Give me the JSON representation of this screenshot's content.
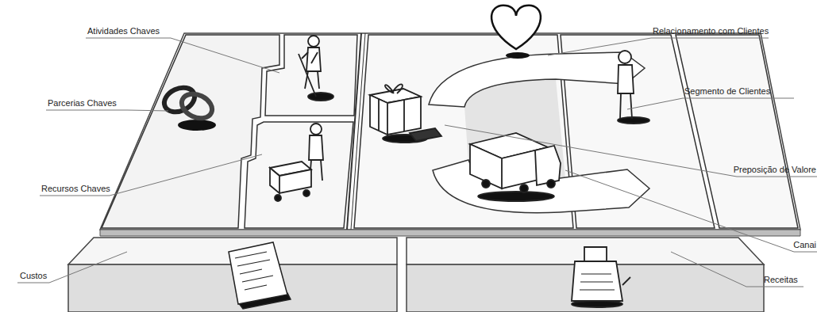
{
  "diagram": {
    "labels": [
      "Atividades Chaves",
      "Relacionamento com Clientes",
      "Segmento de Clientes",
      "Parcerias Chaves",
      "Preposição de Valore",
      "Recursos Chaves",
      "Canai",
      "Custos",
      "Receitas"
    ]
  }
}
